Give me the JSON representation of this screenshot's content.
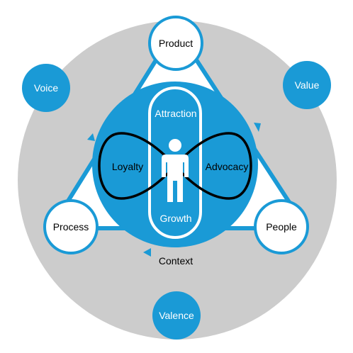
{
  "colors": {
    "outer_ring": "#cccccc",
    "accent": "#1a9ad6",
    "line": "#000000",
    "white": "#ffffff"
  },
  "outer_nodes": {
    "voice": "Voice",
    "value": "Value",
    "valence": "Valence"
  },
  "triangle_nodes": {
    "product": "Product",
    "process": "Process",
    "people": "People"
  },
  "center": {
    "attraction": "Attraction",
    "growth": "Growth",
    "loyalty": "Loyalty",
    "advocacy": "Advocacy",
    "figure_icon": "person-icon"
  },
  "context_label": "Context"
}
